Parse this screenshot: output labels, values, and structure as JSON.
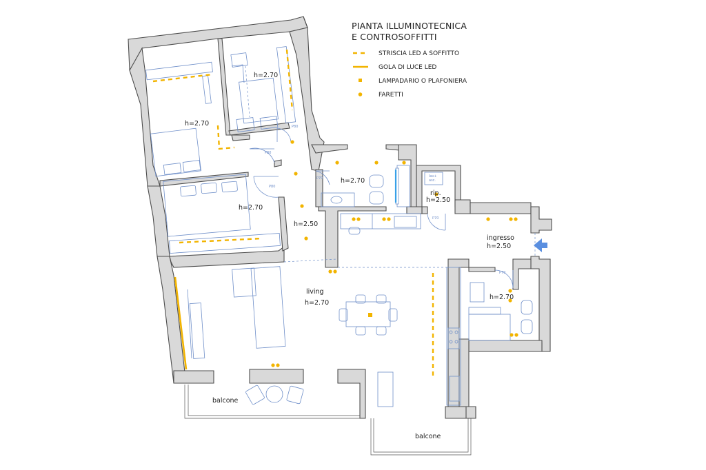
{
  "legend": {
    "title_line1": "PIANTA ILLUMINOTECNICA",
    "title_line2": "E CONTROSOFFITTI",
    "items": [
      {
        "label": "STRISCIA LED A SOFFITTO",
        "icon": "led-strip-dashed"
      },
      {
        "label": "GOLA DI LUCE LED",
        "icon": "light-cove-line"
      },
      {
        "label": "LAMPADARIO O PLAFONIERA",
        "icon": "ceiling-lamp-square"
      },
      {
        "label": "FARETTI",
        "icon": "spotlight-dot"
      }
    ]
  },
  "rooms": {
    "study": "h=2.70",
    "bedroom1": "h=2.70",
    "bedroom2": "h=2.70",
    "corridor": "h=2.50",
    "bathroom1": "h=2.70",
    "storage_name": "rip.",
    "storage_height": "h=2.50",
    "entrance_name": "ingresso",
    "entrance_height": "h=2.50",
    "living_name": "living",
    "living_height": "h=2.70",
    "bathroom2": "h=2.70",
    "balcony_left": "balcone",
    "balcony_bottom": "balcone"
  },
  "doors": {
    "d1": "P80",
    "d2": "P80",
    "d3": "P80",
    "d4": "P70",
    "d5": "P70",
    "d6": "P70"
  },
  "small_text": {
    "wm_line1": "lav+",
    "wm_line2": "asc."
  },
  "colors": {
    "led": "#f2b400",
    "furniture": "#6f8fc9",
    "wall_fill": "#d9d9d9",
    "entrance_arrow": "#5a8fe0"
  }
}
